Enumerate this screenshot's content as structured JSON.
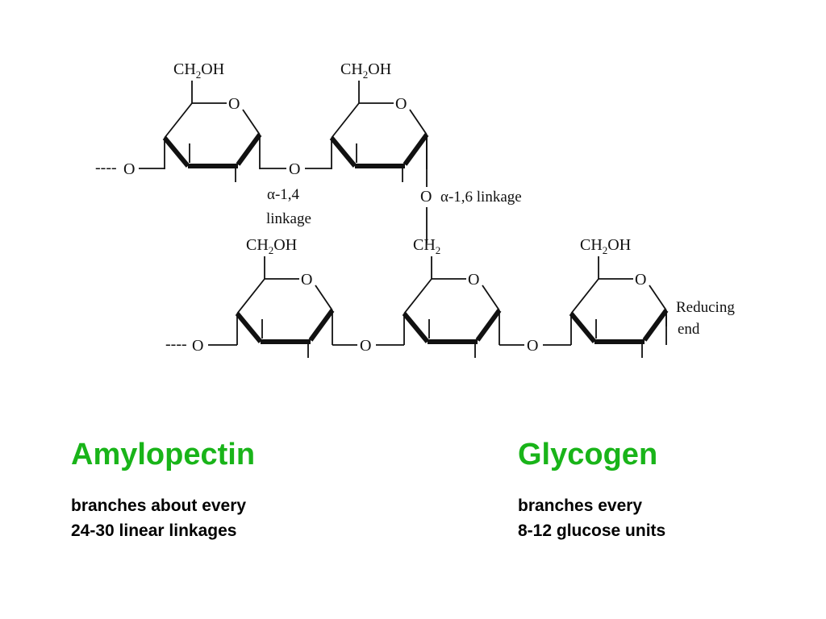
{
  "diagram": {
    "labels": {
      "ch2oh": "CH2OH",
      "ch2": "CH2",
      "ring_oxygen": "O",
      "linkage_oxygen": "O",
      "chain_continuation": "----",
      "alpha14_line1": "α-1,4",
      "alpha14_line2": "linkage",
      "alpha16": "α-1,6 linkage",
      "reducing_line1": "Reducing",
      "reducing_line2": "end"
    }
  },
  "left_column": {
    "title": "Amylopectin",
    "line1": "branches about every",
    "line2": "24-30 linear linkages"
  },
  "right_column": {
    "title": "Glycogen",
    "line1": "branches every",
    "line2": "8-12 glucose units"
  }
}
